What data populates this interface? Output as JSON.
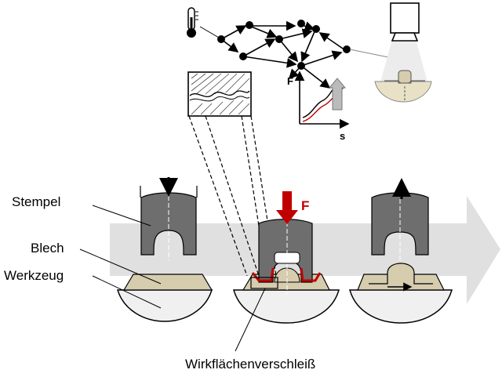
{
  "labels": {
    "stempel": "Stempel",
    "blech": "Blech",
    "werkzeug": "Werkzeug",
    "wear": "Wirkflächenverschleiß",
    "force_main": "F",
    "axis_y": "F",
    "axis_x": "s"
  },
  "colors": {
    "arrow_band": "#e0e0e0",
    "punch": "#6e6e6e",
    "sheet": "#d6ccae",
    "die": "#f0f0f0",
    "wear": "#c00000",
    "force": "#c00000"
  },
  "icons": [
    "thermometer-icon",
    "camera-icon",
    "microstructure-icon",
    "network-icon",
    "force-displacement-chart-icon"
  ]
}
